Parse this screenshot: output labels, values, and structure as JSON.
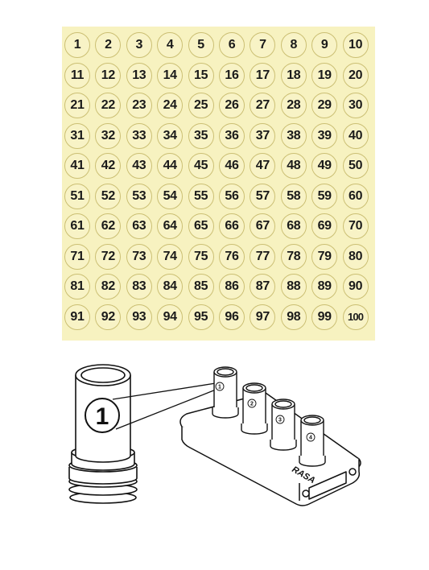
{
  "label_sheet": {
    "background_color": "#f7f2c0",
    "labels": [
      "1",
      "2",
      "3",
      "4",
      "5",
      "6",
      "7",
      "8",
      "9",
      "10",
      "11",
      "12",
      "13",
      "14",
      "15",
      "16",
      "17",
      "18",
      "19",
      "20",
      "21",
      "22",
      "23",
      "24",
      "25",
      "26",
      "27",
      "28",
      "29",
      "30",
      "31",
      "32",
      "33",
      "34",
      "35",
      "36",
      "37",
      "38",
      "39",
      "40",
      "41",
      "42",
      "43",
      "44",
      "45",
      "46",
      "47",
      "48",
      "49",
      "50",
      "51",
      "52",
      "53",
      "54",
      "55",
      "56",
      "57",
      "58",
      "59",
      "60",
      "61",
      "62",
      "63",
      "64",
      "65",
      "66",
      "67",
      "68",
      "69",
      "70",
      "71",
      "72",
      "73",
      "74",
      "75",
      "76",
      "77",
      "78",
      "79",
      "80",
      "81",
      "82",
      "83",
      "84",
      "85",
      "86",
      "87",
      "88",
      "89",
      "90",
      "91",
      "92",
      "93",
      "94",
      "95",
      "96",
      "97",
      "98",
      "99",
      "100"
    ]
  },
  "illustration": {
    "callout_label": "1",
    "holder_brand": "RASA",
    "tube_labels": [
      "1",
      "2",
      "3",
      "4"
    ]
  }
}
